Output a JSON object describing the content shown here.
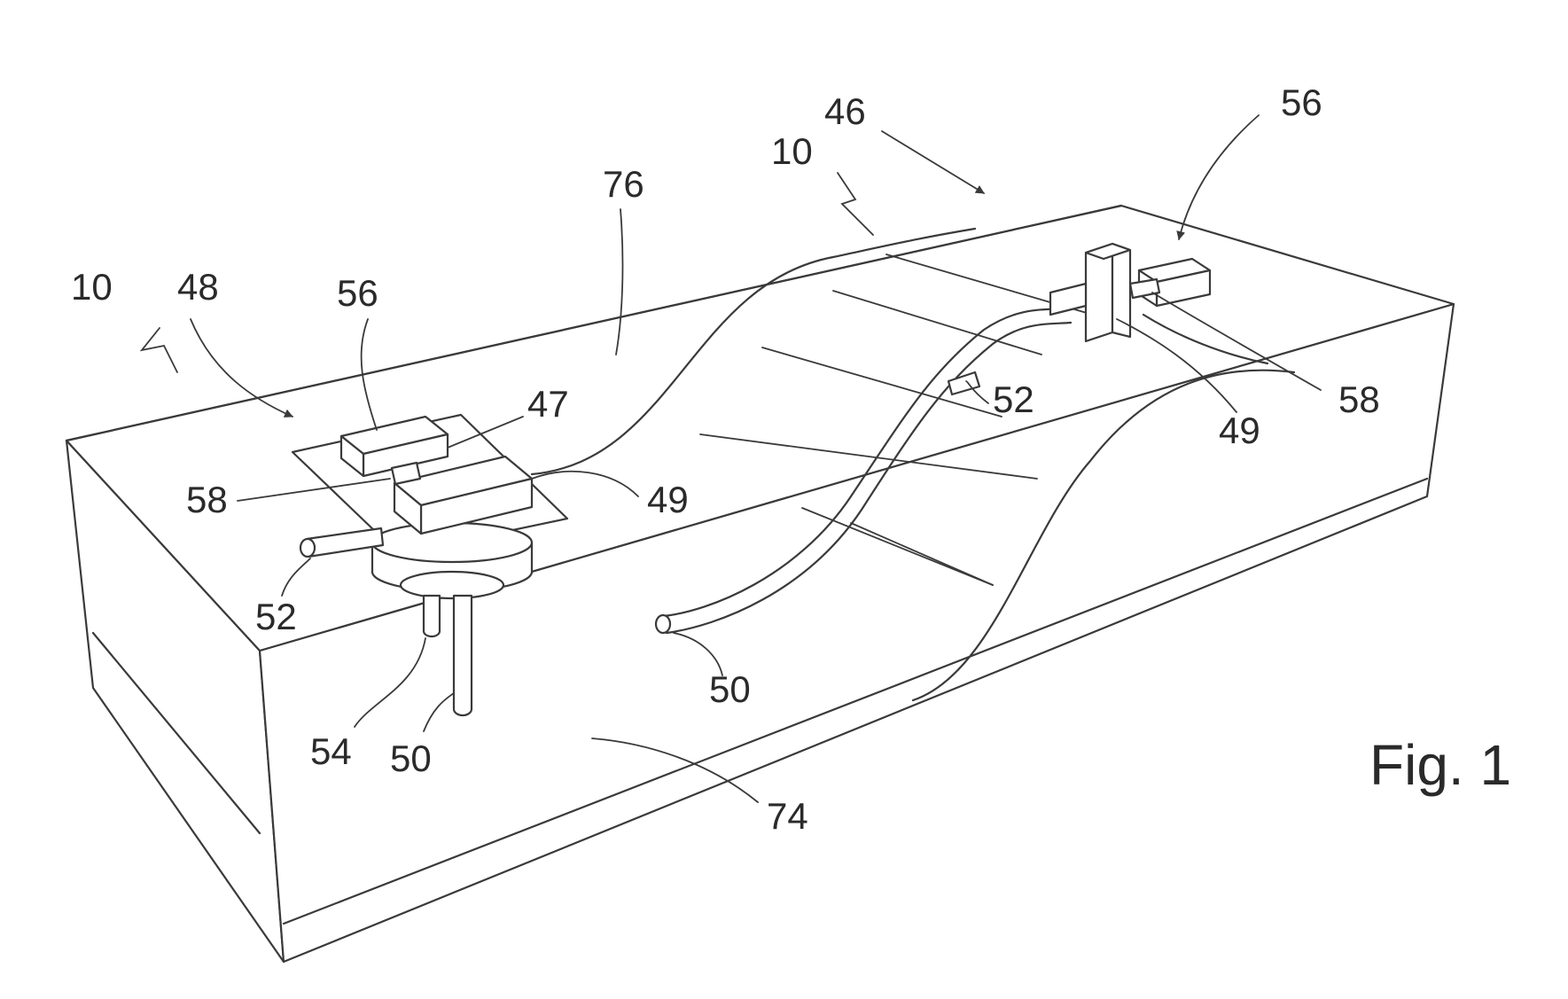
{
  "caption": "Fig. 1",
  "refs": {
    "r10_left": "10",
    "r48": "48",
    "r56_left": "56",
    "r47": "47",
    "r58_left": "58",
    "r49_left": "49",
    "r52_left": "52",
    "r54": "54",
    "r50_left": "50",
    "r76": "76",
    "r10_right": "10",
    "r46": "46",
    "r56_right": "56",
    "r52_right": "52",
    "r49_right": "49",
    "r58_right": "58",
    "r50_mid": "50",
    "r74": "74"
  }
}
